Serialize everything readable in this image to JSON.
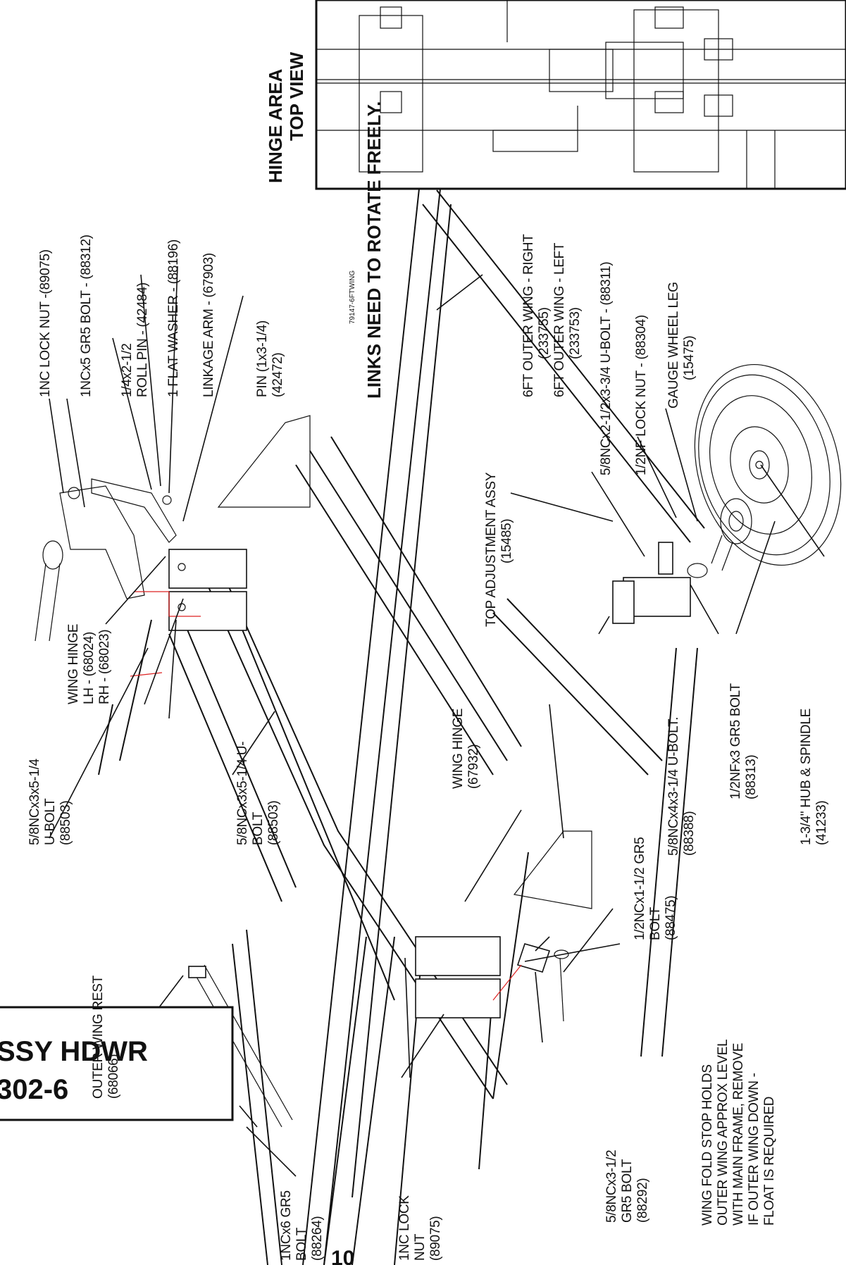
{
  "title_block": {
    "line1": "SSY HDWR",
    "line2": "302-6"
  },
  "page_number": "10",
  "warning": "LINKS NEED TO ROTATE FREELY.",
  "hinge_area": {
    "line1": "HINGE AREA",
    "line2": "TOP VIEW"
  },
  "drawing_id": "79147-6FTWING",
  "labels": {
    "lock_nut_top": "1NC LOCK NUT -(89075)",
    "bolt_1ncx5": "1NCx5 GR5 BOLT - (88312)",
    "roll_pin_l1": "1/4x2-1/2",
    "roll_pin_l2": "ROLL PIN - (42484)",
    "flat_washer": "1 FLAT WASHER - (88196)",
    "linkage_arm": "LINKAGE ARM - (67903)",
    "pin_l1": "PIN (1x3-1/4)",
    "pin_l2": "(42472)",
    "outer_right_l1": "6FT OUTER WING - RIGHT",
    "outer_right_l2": "(233755)",
    "outer_left_l1": "6FT OUTER WING - LEFT",
    "outer_left_l2": "(233753)",
    "ubolt_88311": "5/8NCx2-1/2x3-3/4 U-BOLT - (88311)",
    "nut_88304": "1/2NF LOCK NUT - (88304)",
    "gauge_l1": "GAUGE WHEEL LEG",
    "gauge_l2": "(15475)",
    "top_adj_l1": "TOP ADJUSTMENT ASSY",
    "top_adj_l2": "(15485)",
    "wing_hinge_lr_l1": "WING HINGE",
    "wing_hinge_lr_l2": "LH - (68024)",
    "wing_hinge_lr_l3": "RH - (68023)",
    "ubolt_a_l1": "5/8NCx3x5-1/4",
    "ubolt_a_l2": "U-BOLT",
    "ubolt_a_l3": "(88503)",
    "ubolt_b_l1": "5/8NCx3x5-1/4 U-",
    "ubolt_b_l2": "BOLT",
    "ubolt_b_l3": "(88503)",
    "ubolt_88388_l1": "5/8NCx4x3-1/4 U-BOLT.",
    "ubolt_88388_l2": "(88388)",
    "bolt_88313_l1": "1/2NFx3 GR5 BOLT",
    "bolt_88313_l2": "(88313)",
    "hub_l1": "1-3/4\" HUB & SPINDLE",
    "hub_l2": "(41233)",
    "wing_hinge2_l1": "WING HINGE",
    "wing_hinge2_l2": "(67932)",
    "bolt_88475_l1": "1/2NCx1-1/2 GR5",
    "bolt_88475_l2": "BOLT",
    "bolt_88475_l3": "(88475)",
    "rest_l1": "OUTER WING REST",
    "rest_l2": "(68066)",
    "stop_l1": "WING FOLD STOP HOLDS",
    "stop_l2": "OUTER WING APPROX LEVEL",
    "stop_l3": "WITH MAIN FRAME, REMOVE",
    "stop_l4": "IF OUTER WING DOWN -",
    "stop_l5": "FLOAT IS REQUIRED",
    "bolt_88264_l1": "1NCx6 GR5",
    "bolt_88264_l2": "BOLT",
    "bolt_88264_l3": "(88264)",
    "nut_89075b_l1": "1NC LOCK",
    "nut_89075b_l2": "NUT",
    "nut_89075b_l3": "(89075)",
    "bolt_88292_l1": "5/8NCx3-1/2",
    "bolt_88292_l2": "GR5 BOLT",
    "bolt_88292_l3": "(88292)"
  }
}
